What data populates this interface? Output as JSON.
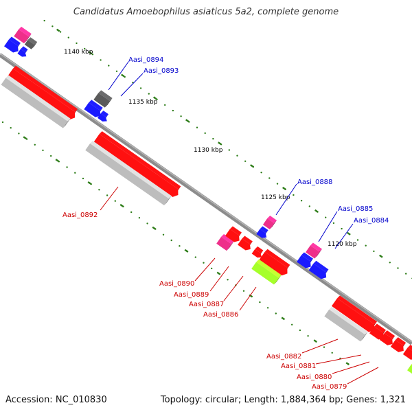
{
  "title": "Candidatus Amoebophilus asiaticus 5a2, complete genome",
  "footer": {
    "accession": "Accession: NC_010830",
    "summary": "Topology: circular; Length: 1,884,364 bp; Genes: 1,321"
  },
  "colors": {
    "backbone": "#8c8c8c",
    "tick": "#2e7d19",
    "red": "#ff1010",
    "gray": "#bdbdbd",
    "dark_gray": "#5a5a5a",
    "blue": "#1a1aff",
    "pink": "#ee2f8a",
    "lime": "#a6ff2a",
    "label_forward": "#0000cc",
    "label_reverse": "#cc0000"
  },
  "scale_labels": [
    "1140 kbp",
    "1135 kbp",
    "1130 kbp",
    "1125 kbp",
    "1120 kbp"
  ],
  "gene_labels": [
    "Aasi_0894",
    "Aasi_0893",
    "Aasi_0888",
    "Aasi_0885",
    "Aasi_0884",
    "Aasi_0892",
    "Aasi_0890",
    "Aasi_0889",
    "Aasi_0887",
    "Aasi_0886",
    "Aasi_0882",
    "Aasi_0881",
    "Aasi_0880",
    "Aasi_0879"
  ]
}
